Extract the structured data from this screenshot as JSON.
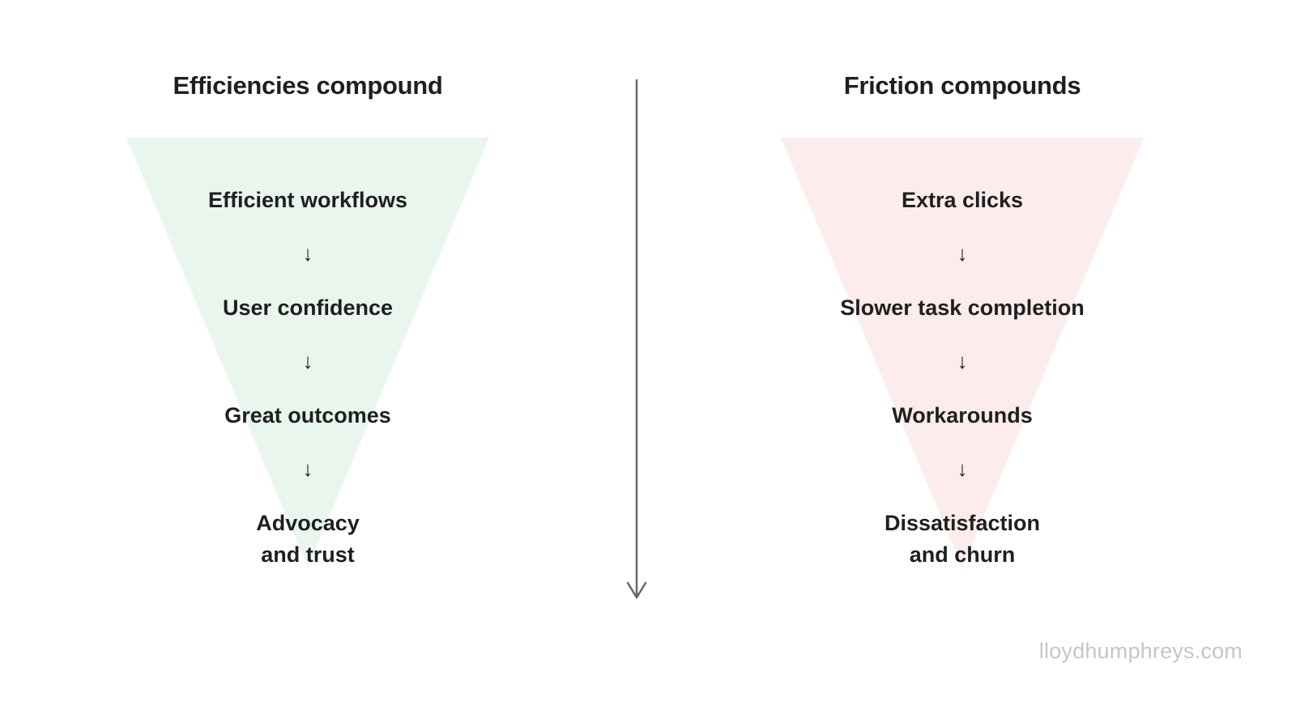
{
  "diagram": {
    "arrow_glyph": "↓",
    "divider_color": "#6e665e",
    "text_color": "#1f1f1f",
    "watermark": "lloydhumphreys.com",
    "left_funnel": {
      "title": "Efficiencies compound",
      "fill_color": "#e9f6ee",
      "steps": [
        "Efficient workflows",
        "User confidence",
        "Great outcomes",
        "Advocacy\nand trust"
      ]
    },
    "right_funnel": {
      "title": "Friction compounds",
      "fill_color": "#fdecec",
      "steps": [
        "Extra clicks",
        "Slower task completion",
        "Workarounds",
        "Dissatisfaction\nand churn"
      ]
    }
  }
}
